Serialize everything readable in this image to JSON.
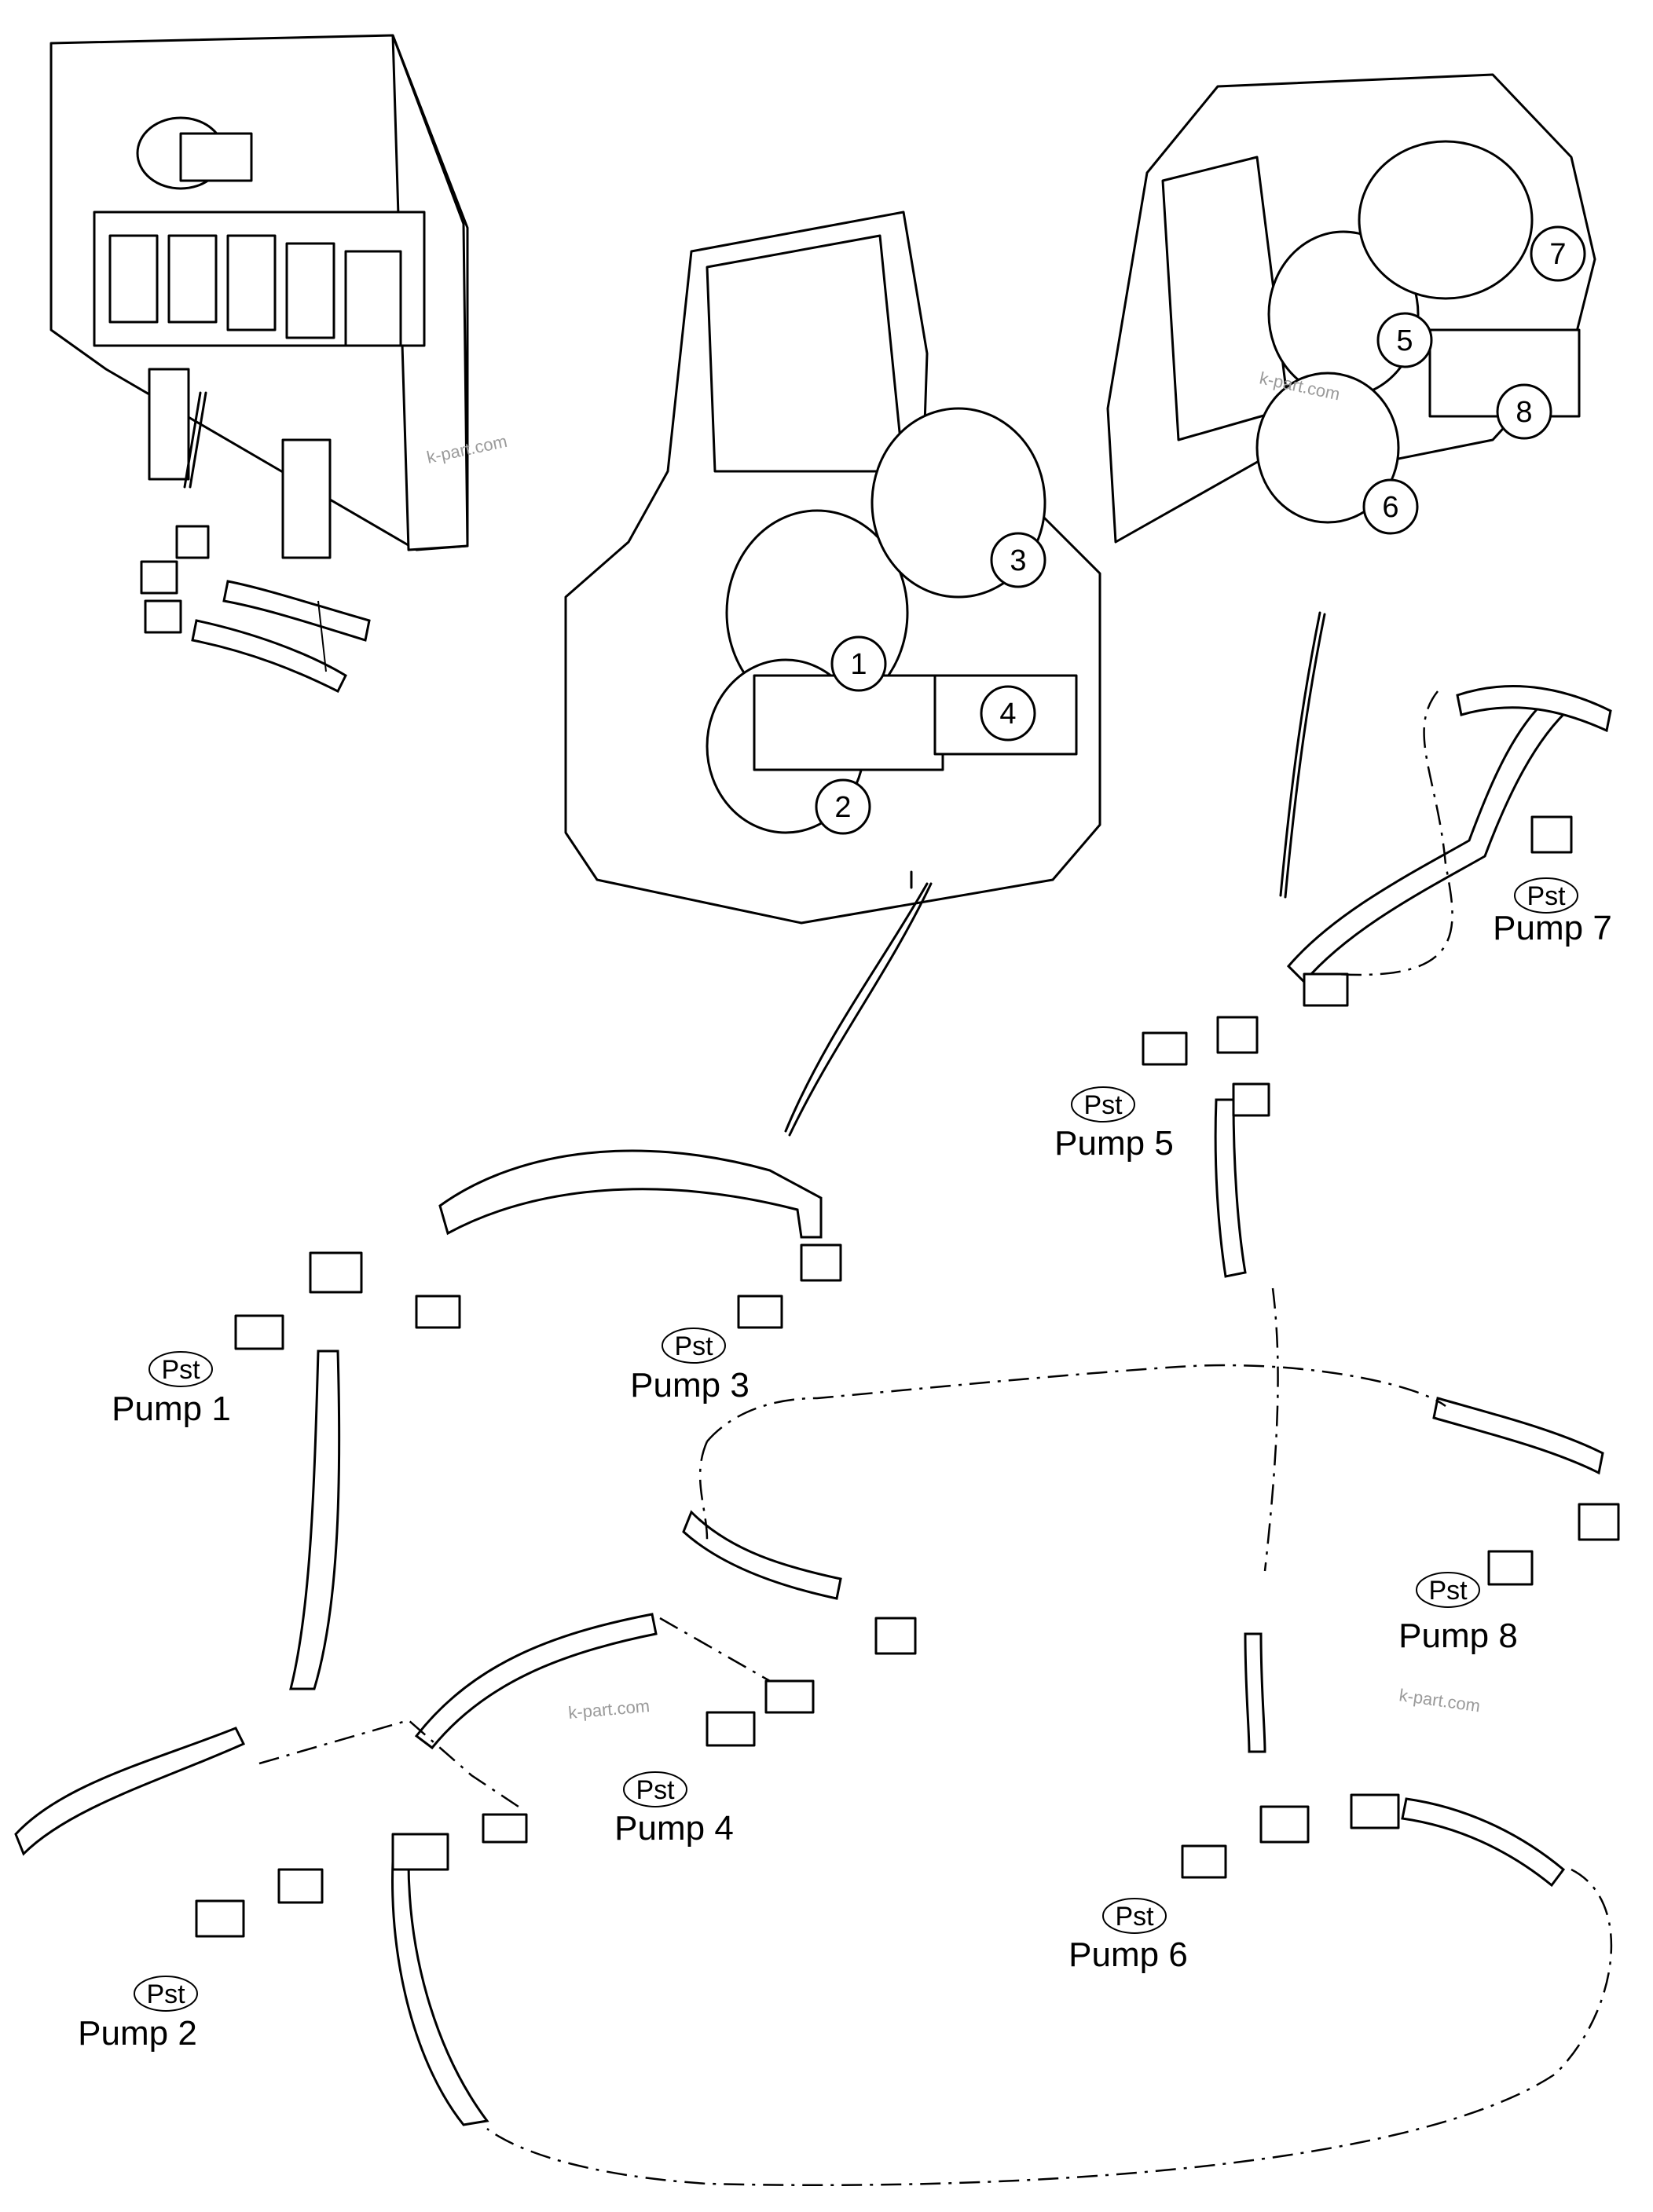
{
  "callouts": [
    "1",
    "2",
    "3",
    "4",
    "5",
    "6",
    "7",
    "8"
  ],
  "pumps": {
    "p1": {
      "badge": "Pst",
      "label": "Pump 1"
    },
    "p2": {
      "badge": "Pst",
      "label": "Pump 2"
    },
    "p3": {
      "badge": "Pst",
      "label": "Pump 3"
    },
    "p4": {
      "badge": "Pst",
      "label": "Pump 4"
    },
    "p5": {
      "badge": "Pst",
      "label": "Pump 5"
    },
    "p6": {
      "badge": "Pst",
      "label": "Pump 6"
    },
    "p7": {
      "badge": "Pst",
      "label": "Pump 7"
    },
    "p8": {
      "badge": "Pst",
      "label": "Pump 8"
    }
  },
  "watermark": "k-part.com"
}
